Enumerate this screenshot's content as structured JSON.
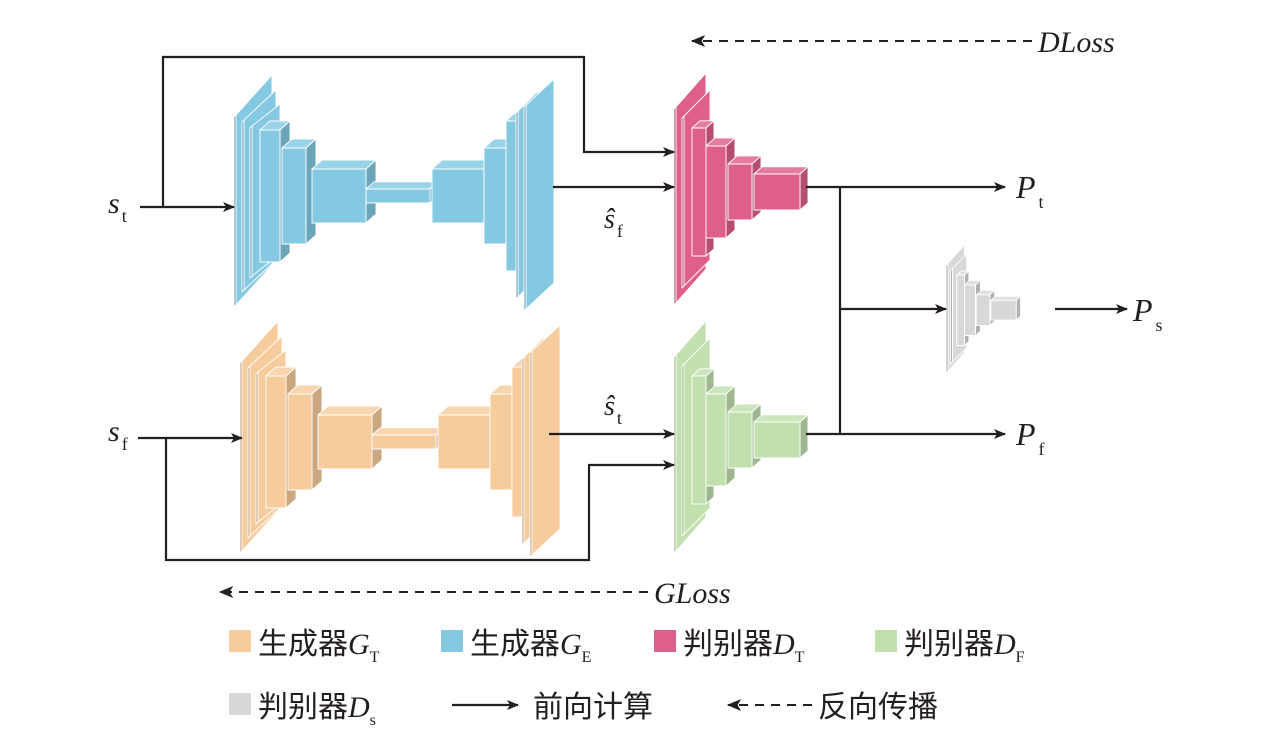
{
  "colors": {
    "generator_T": "#f6cc9c",
    "generator_E": "#84c8e2",
    "discriminator_T": "#de5f8c",
    "discriminator_F": "#c2dfae",
    "discriminator_S": "#d8d8da",
    "line": "#231f20"
  },
  "inputs": {
    "s_t": {
      "main": "s",
      "sub": "t"
    },
    "s_f": {
      "main": "s",
      "sub": "f"
    }
  },
  "intermediates": {
    "shat_f": {
      "main": "ŝ",
      "sub": "f"
    },
    "shat_t": {
      "main": "ŝ",
      "sub": "t"
    }
  },
  "outputs": {
    "p_t": {
      "main": "P",
      "sub": "t"
    },
    "p_s": {
      "main": "P",
      "sub": "s"
    },
    "p_f": {
      "main": "P",
      "sub": "f"
    }
  },
  "losses": {
    "d_loss": "DLoss",
    "g_loss": "GLoss"
  },
  "legend": {
    "gen_t": {
      "text": "生成器",
      "sym": "G",
      "sub": "T"
    },
    "gen_e": {
      "text": "生成器",
      "sym": "G",
      "sub": "E"
    },
    "dis_t": {
      "text": "判别器",
      "sym": "D",
      "sub": "T"
    },
    "dis_f": {
      "text": "判别器",
      "sym": "D",
      "sub": "F"
    },
    "dis_s": {
      "text": "判别器",
      "sym": "D",
      "sub": "s"
    },
    "forward": "前向计算",
    "backward": "反向传播"
  }
}
